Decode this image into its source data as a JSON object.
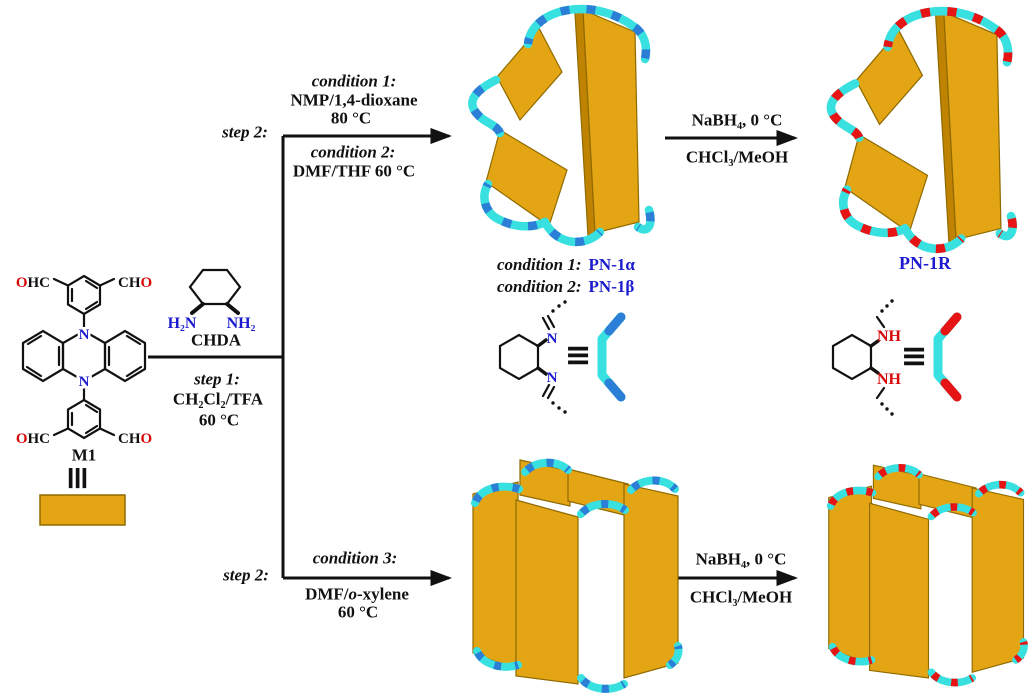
{
  "colors": {
    "gold": "#E3A513",
    "gold_dark": "#C08300",
    "gold_edge": "#8F6A00",
    "cyan": "#38E0DF",
    "linker_blue": "#2B7FD6",
    "linker_red": "#E61414",
    "text_blue": "#1C1CCE",
    "text_red": "#D60808",
    "ink": "#111111"
  },
  "monomer": {
    "o": "O",
    "hc": "HC",
    "ch": "CH",
    "n": "N",
    "label": "M1",
    "equiv": "≡"
  },
  "diamine": {
    "h2n": "H₂N",
    "nh2": "NH₂",
    "name": "CHDA"
  },
  "step1": {
    "label": "step 1:",
    "solvent": "CH₂Cl₂/TFA",
    "temp": "60 °C"
  },
  "step2_top": {
    "label": "step 2:"
  },
  "step2_bottom": {
    "label": "step 2:"
  },
  "condition1": {
    "label": "condition 1:",
    "solvent": "NMP/1,4-dioxane",
    "temp": "80 °C"
  },
  "condition2": {
    "label": "condition 2:",
    "solvent": "DMF/THF 60 °C"
  },
  "condition3": {
    "label": "condition 3:",
    "solvent_pre": "DMF/",
    "solvent_o": "o",
    "solvent_post": "-xylene",
    "temp": "60 °C"
  },
  "reduction": {
    "reagent": "NaBH₄, 0 °C",
    "solvent": "CHCl₃/MeOH"
  },
  "products": {
    "condition1_label": "condition 1:",
    "condition1_name": "PN-1α",
    "condition2_label": "condition 2:",
    "condition2_name": "PN-1β",
    "reduced_name": "PN-1R"
  },
  "legend": {
    "imine_n": "N",
    "amine_nh": "NH",
    "equiv": "≡"
  }
}
